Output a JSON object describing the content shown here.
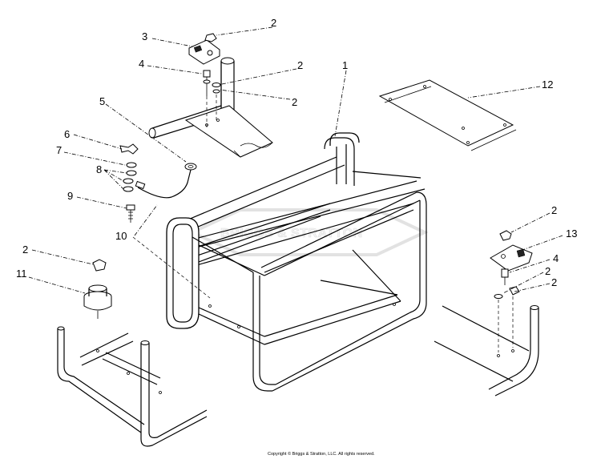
{
  "watermark": "BRIGGS & STRATTON",
  "copyright": "Copyright © Briggs & Stratton, LLC. All rights reserved.",
  "callouts": [
    {
      "id": "c1",
      "text": "1"
    },
    {
      "id": "c2a",
      "text": "2"
    },
    {
      "id": "c2b",
      "text": "2"
    },
    {
      "id": "c2c",
      "text": "2"
    },
    {
      "id": "c2d",
      "text": "2"
    },
    {
      "id": "c2e",
      "text": "2"
    },
    {
      "id": "c2f",
      "text": "2"
    },
    {
      "id": "c2g",
      "text": "2"
    },
    {
      "id": "c3",
      "text": "3"
    },
    {
      "id": "c4a",
      "text": "4"
    },
    {
      "id": "c4b",
      "text": "4"
    },
    {
      "id": "c5",
      "text": "5"
    },
    {
      "id": "c6",
      "text": "6"
    },
    {
      "id": "c7",
      "text": "7"
    },
    {
      "id": "c8",
      "text": "8"
    },
    {
      "id": "c9",
      "text": "9"
    },
    {
      "id": "c10",
      "text": "10"
    },
    {
      "id": "c11",
      "text": "11"
    },
    {
      "id": "c12",
      "text": "12"
    },
    {
      "id": "c13",
      "text": "13"
    }
  ]
}
